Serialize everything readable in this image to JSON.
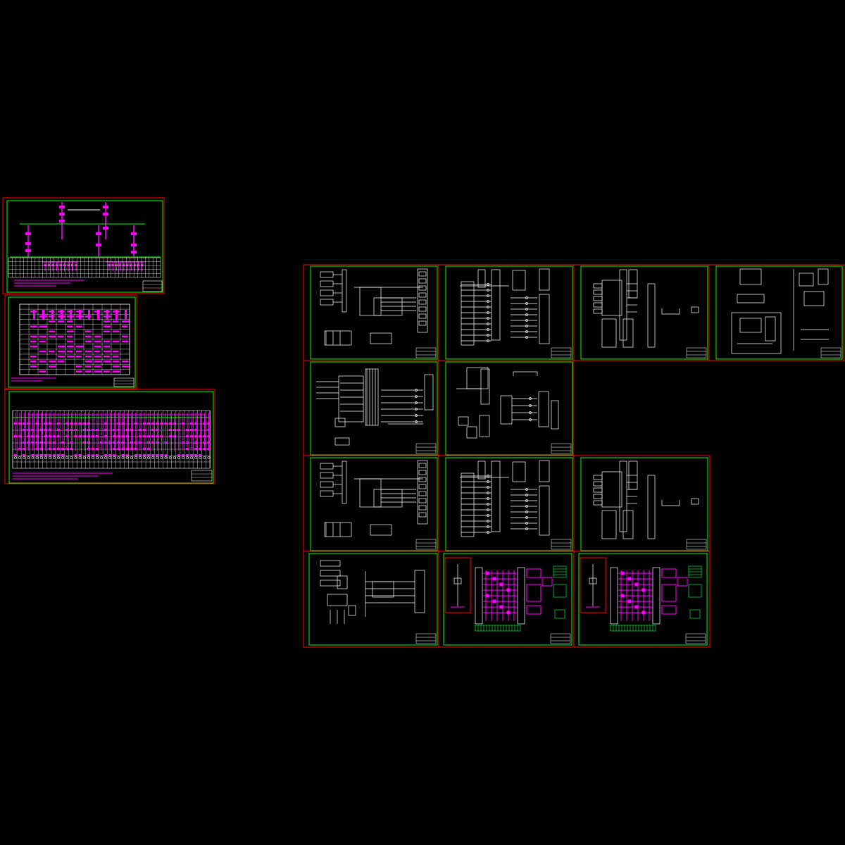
{
  "viewer": {
    "background": "#000000",
    "frame_color": "#ff0000",
    "border_color": "#00ff00",
    "line_color": "#ffffff",
    "accent_color": "#ff00ff",
    "ground_color": "#00cc33"
  },
  "sheets_left": [
    {
      "id": "L1",
      "kind": "single-line-diagram"
    },
    {
      "id": "L2",
      "kind": "panel-schedule"
    },
    {
      "id": "L3",
      "kind": "switchgear-lineup"
    }
  ],
  "sheets_right": [
    {
      "id": "R1",
      "kind": "control-schematic"
    },
    {
      "id": "R2",
      "kind": "control-schematic"
    },
    {
      "id": "R3",
      "kind": "terminal-schematic"
    },
    {
      "id": "R4",
      "kind": "control-schematic"
    },
    {
      "id": "R5",
      "kind": "control-schematic"
    },
    {
      "id": "R6",
      "kind": "control-schematic"
    },
    {
      "id": "R7",
      "kind": "control-schematic"
    },
    {
      "id": "R8",
      "kind": "control-schematic"
    },
    {
      "id": "R9",
      "kind": "terminal-schematic"
    },
    {
      "id": "R10",
      "kind": "control-schematic"
    },
    {
      "id": "R11",
      "kind": "wiring-diagram"
    },
    {
      "id": "R12",
      "kind": "wiring-diagram"
    }
  ]
}
